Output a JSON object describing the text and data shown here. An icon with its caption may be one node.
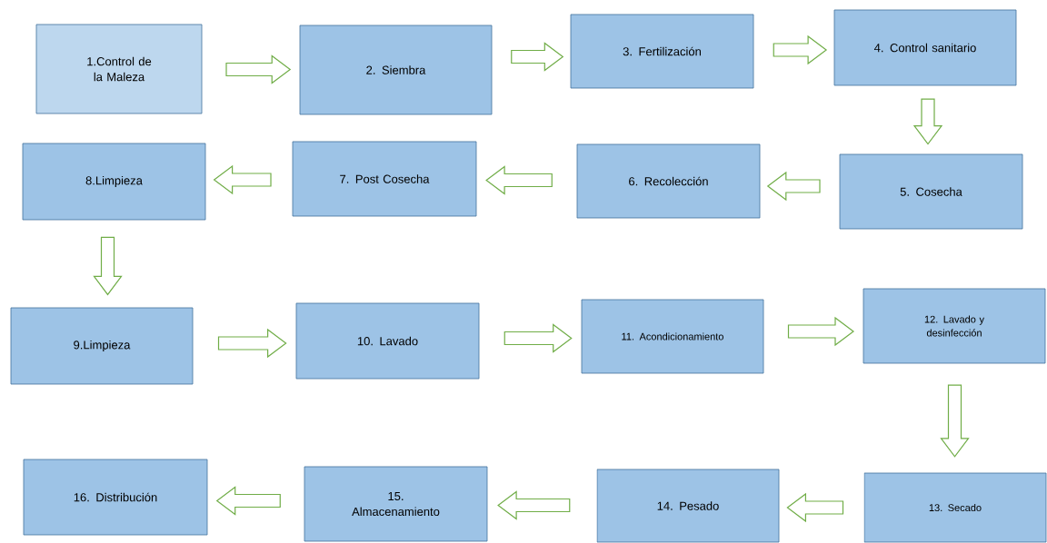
{
  "diagram": {
    "nodes": [
      {
        "text": [
          "1.Control de la Maleza"
        ]
      },
      {
        "text": [
          "2. Siembra"
        ]
      },
      {
        "text": [
          "3. Fertilización"
        ]
      },
      {
        "text": [
          "4. Control sanitario"
        ]
      },
      {
        "text": [
          "5. Cosecha"
        ]
      },
      {
        "text": [
          "6. Recolección"
        ]
      },
      {
        "text": [
          "7. Post Cosecha"
        ]
      },
      {
        "text": [
          "8.Limpieza"
        ]
      },
      {
        "text": [
          "9.Limpieza"
        ]
      },
      {
        "text": [
          "10. Lavado"
        ]
      },
      {
        "text": [
          "11. Acondicionamiento"
        ]
      },
      {
        "text": [
          "12. Lavado y desinfección"
        ]
      },
      {
        "text": [
          "13. Secado"
        ]
      },
      {
        "text": [
          "14. Pesado"
        ]
      },
      {
        "text": [
          "15. Almacenamiento"
        ]
      },
      {
        "text": [
          "16. Distribución"
        ]
      }
    ],
    "edges": [
      {
        "from": 0,
        "to": 1,
        "arrow": "to"
      },
      {
        "from": 1,
        "to": 2,
        "arrow": "to"
      },
      {
        "from": 2,
        "to": 3,
        "arrow": "to"
      },
      {
        "from": 3,
        "to": 4,
        "arrow": "to"
      },
      {
        "from": 4,
        "to": 5,
        "arrow": "to"
      },
      {
        "from": 5,
        "to": 6,
        "arrow": "to"
      },
      {
        "from": 6,
        "to": 7,
        "arrow": "to"
      },
      {
        "from": 7,
        "to": 8,
        "arrow": "to"
      },
      {
        "from": 8,
        "to": 9,
        "arrow": "to"
      },
      {
        "from": 9,
        "to": 10,
        "arrow": "to"
      },
      {
        "from": 10,
        "to": 11,
        "arrow": "to"
      },
      {
        "from": 11,
        "to": 12,
        "arrow": "to"
      },
      {
        "from": 12,
        "to": 13,
        "arrow": "to"
      },
      {
        "from": 13,
        "to": 14,
        "arrow": "to"
      },
      {
        "from": 14,
        "to": 15,
        "arrow": "to"
      }
    ]
  }
}
